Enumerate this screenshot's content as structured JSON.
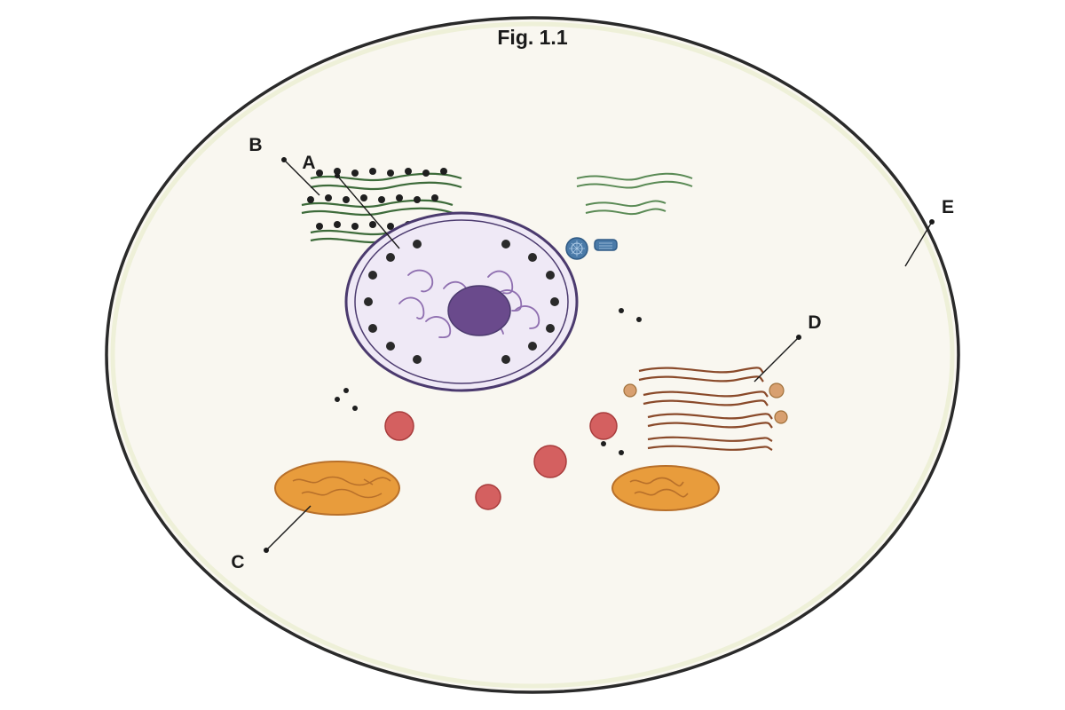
{
  "figure": {
    "title": "Fig. 1.1"
  },
  "labels": {
    "a": "A",
    "b": "B",
    "c": "C",
    "d": "D",
    "e": "E"
  },
  "colors": {
    "cell_fill": "#f9f7f0",
    "cell_outline": "#2a2a2a",
    "rough_er": "#3d6b3a",
    "smooth_er": "#5a8a55",
    "ribosome": "#1f1f1f",
    "nucleus_fill": "#efe9f6",
    "nuclear_envelope": "#4b3a6e",
    "nucleolus": "#6a4a8c",
    "chromatin": "#8f6fb0",
    "mitochondrion": "#e89c3c",
    "mitochondrion_outline": "#b8702a",
    "lysosome": "#d46060",
    "golgi": "#8a4a2a",
    "golgi_vesicle": "#d8a070",
    "centrosome": "#4a7aa8"
  }
}
